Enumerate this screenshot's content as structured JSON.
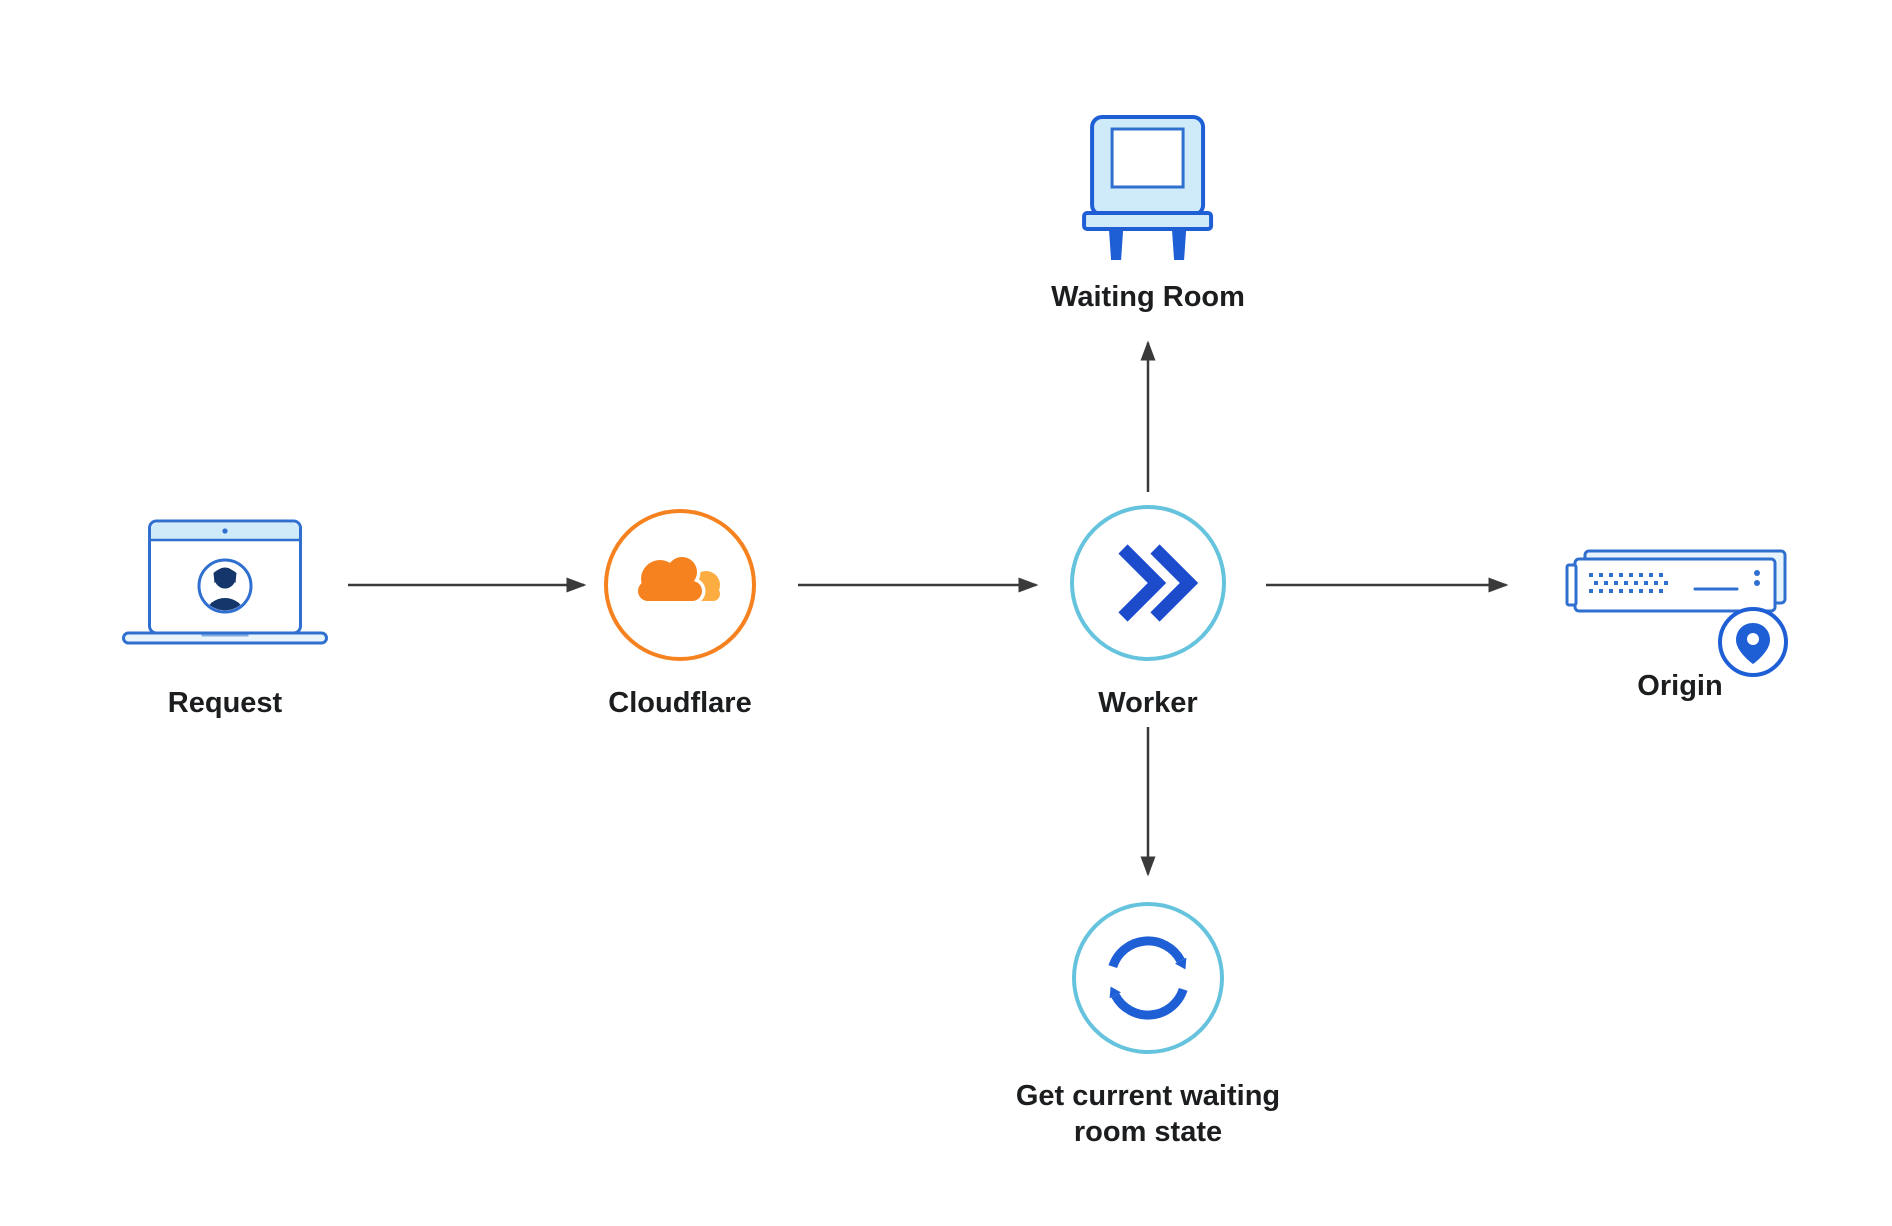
{
  "diagram": {
    "type": "flow",
    "nodes": {
      "request": {
        "label": "Request",
        "icon": "laptop-user-icon"
      },
      "cloudflare": {
        "label": "Cloudflare",
        "icon": "cloudflare-logo-icon"
      },
      "worker": {
        "label": "Worker",
        "icon": "worker-chevrons-icon"
      },
      "waiting_room": {
        "label": "Waiting Room",
        "icon": "armchair-icon"
      },
      "origin": {
        "label": "Origin",
        "icon": "server-location-icon"
      },
      "waiting_room_state": {
        "label": "Get current waiting room state",
        "icon": "sync-icon"
      }
    },
    "edges": [
      {
        "from": "request",
        "to": "cloudflare"
      },
      {
        "from": "cloudflare",
        "to": "worker"
      },
      {
        "from": "worker",
        "to": "waiting_room"
      },
      {
        "from": "worker",
        "to": "origin"
      },
      {
        "from": "worker",
        "to": "waiting_room_state"
      }
    ],
    "colors": {
      "cloudflare_orange": "#F6821F",
      "cloudflare_light_orange": "#FBAD41",
      "blue": "#1F5FD6",
      "chevron_blue": "#1C4BCC",
      "navy": "#14366B",
      "teal_ring": "#66C3DE",
      "pale_blue": "#CFEBF9",
      "outline_blue": "#2F6FD0",
      "arrow": "#3A3A3A",
      "background": "#FFFFFF",
      "label_text": "#1B1D1F"
    }
  }
}
